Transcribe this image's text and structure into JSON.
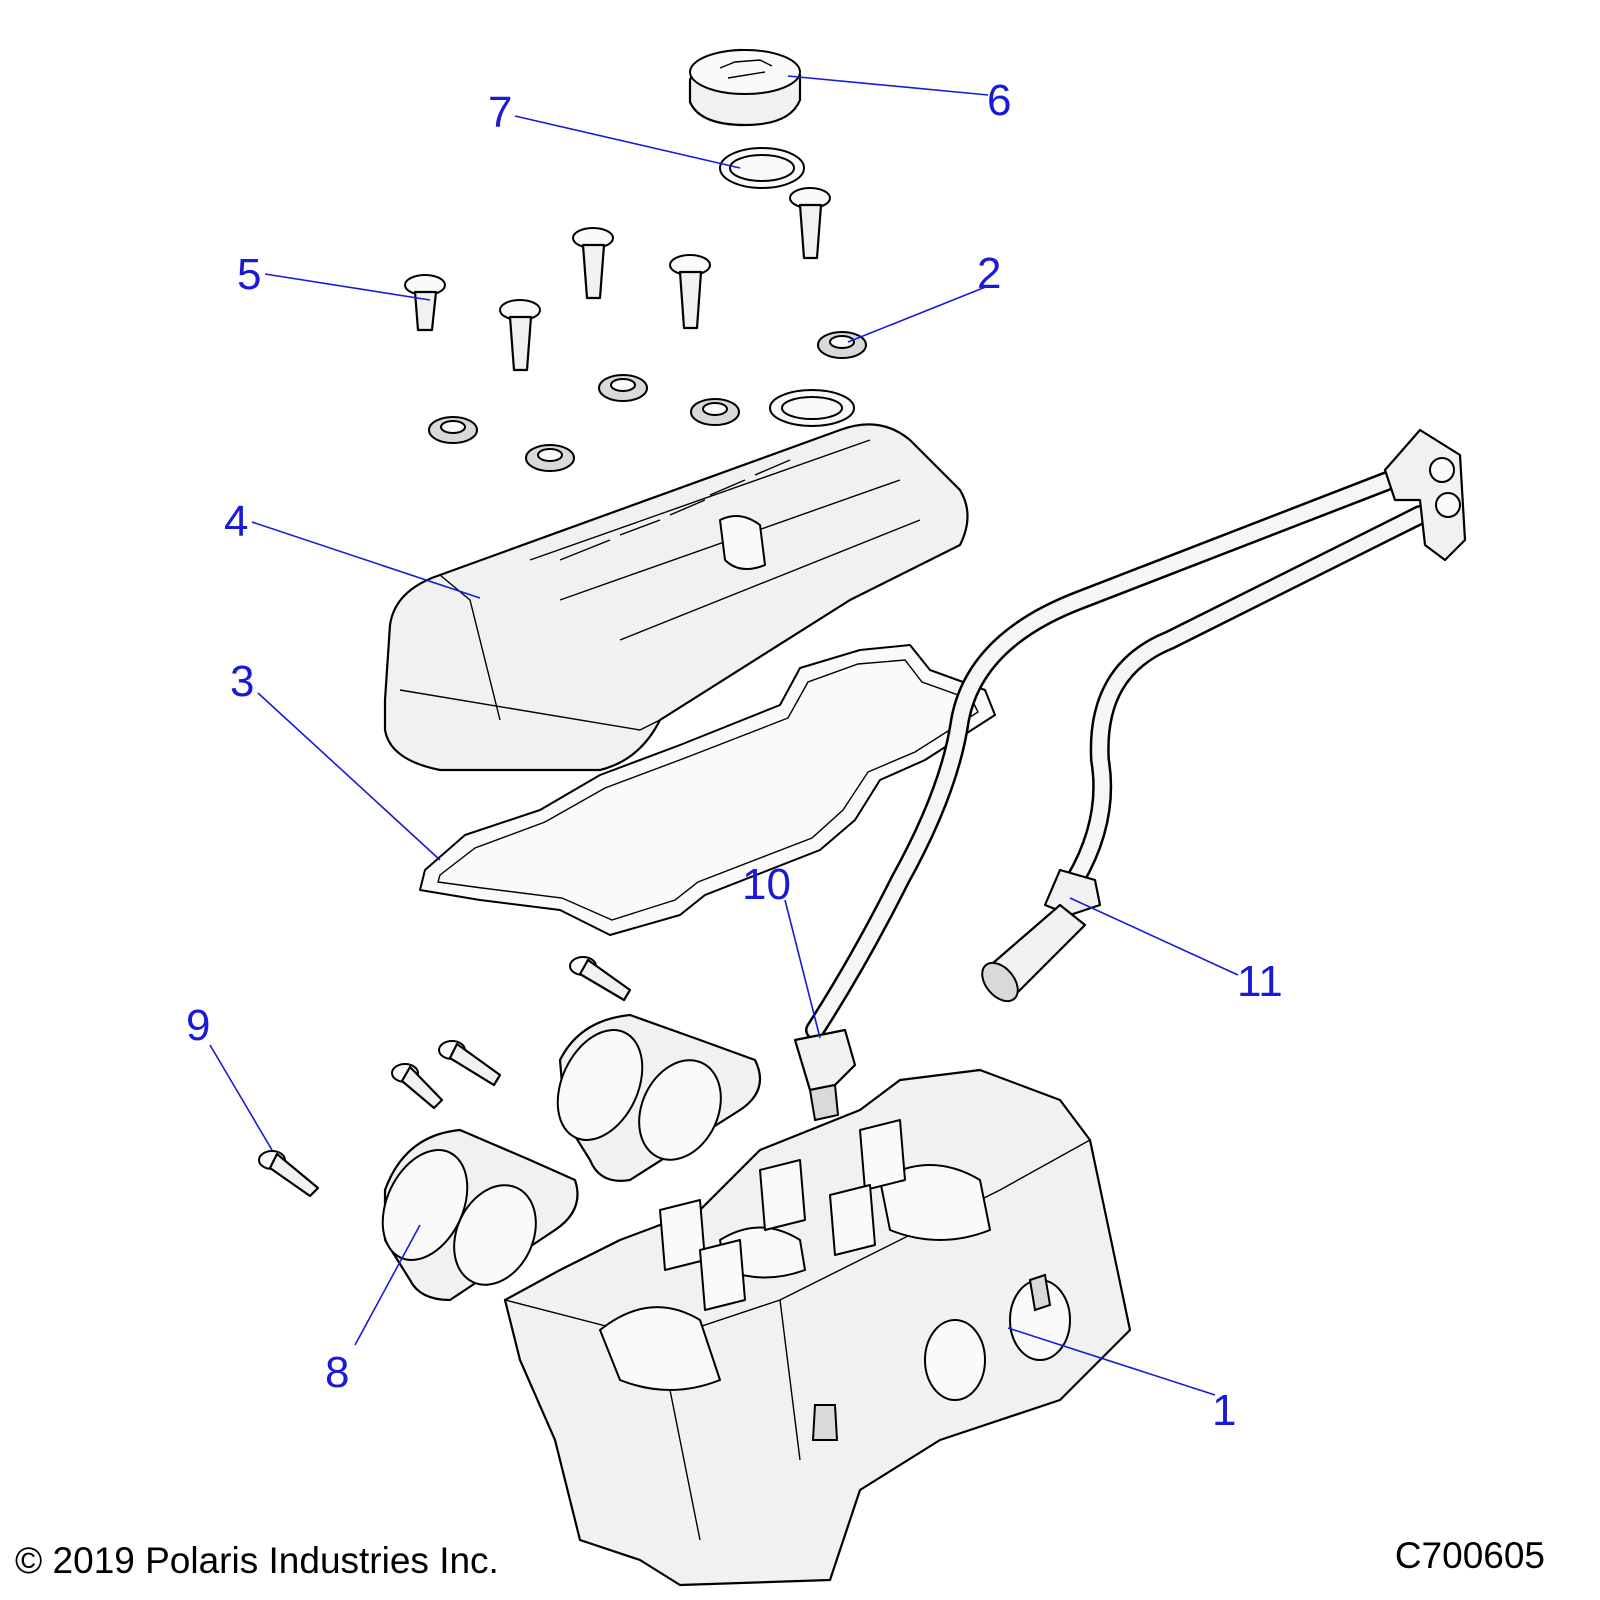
{
  "callouts": [
    {
      "id": "1",
      "label": "1"
    },
    {
      "id": "2",
      "label": "2"
    },
    {
      "id": "3",
      "label": "3"
    },
    {
      "id": "4",
      "label": "4"
    },
    {
      "id": "5",
      "label": "5"
    },
    {
      "id": "6",
      "label": "6"
    },
    {
      "id": "7",
      "label": "7"
    },
    {
      "id": "8",
      "label": "8"
    },
    {
      "id": "9",
      "label": "9"
    },
    {
      "id": "10",
      "label": "10"
    },
    {
      "id": "11",
      "label": "11"
    }
  ],
  "footer": {
    "copyright": "© 2019 Polaris Industries Inc.",
    "figure_id": "C700605"
  },
  "colors": {
    "callout": "#1a1ad6",
    "line": "#000000",
    "part_fill": "#f1f1f1"
  }
}
